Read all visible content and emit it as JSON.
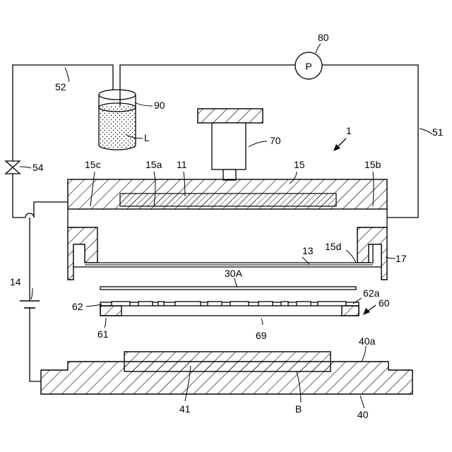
{
  "labels": {
    "pump": "P",
    "pump_ref": "80",
    "pipe_left": "52",
    "pipe_right": "51",
    "reservoir": "90",
    "liquid": "L",
    "actuator": "70",
    "apparatus": "1",
    "valve": "54",
    "c15c": "15c",
    "c15a": "15a",
    "c11": "11",
    "c15": "15",
    "c15b": "15b",
    "c13": "13",
    "c15d": "15d",
    "c17": "17",
    "power": "14",
    "c30A": "30A",
    "c62a": "62a",
    "c62": "62",
    "c60": "60",
    "c61": "61",
    "c69": "69",
    "c40a": "40a",
    "c41": "41",
    "cB": "B",
    "c40": "40"
  }
}
